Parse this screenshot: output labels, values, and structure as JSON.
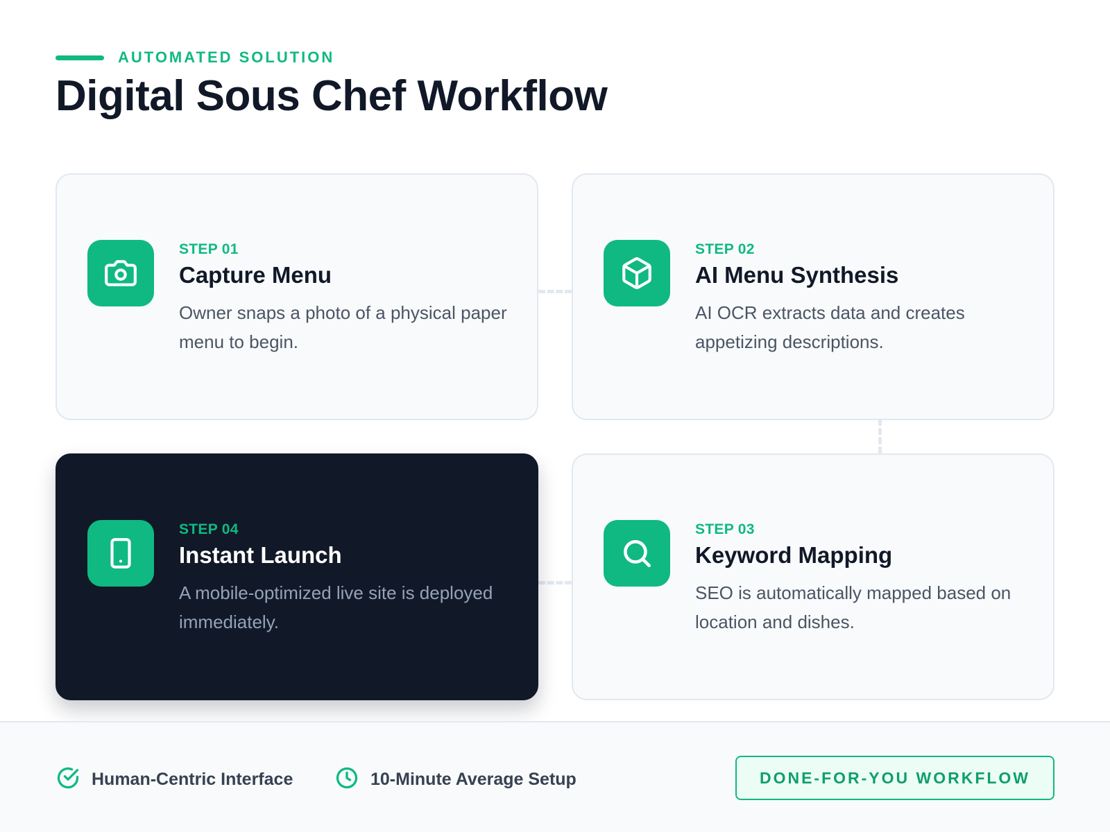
{
  "header": {
    "eyebrow": "AUTOMATED SOLUTION",
    "title": "Digital Sous Chef Workflow"
  },
  "accent_color": "#10b981",
  "steps": [
    {
      "step": "STEP 01",
      "title": "Capture Menu",
      "description": "Owner snaps a photo of a physical paper menu to begin.",
      "icon": "camera-icon"
    },
    {
      "step": "STEP 02",
      "title": "AI Menu Synthesis",
      "description": "AI OCR extracts data and creates appetizing descriptions.",
      "icon": "cube-icon"
    },
    {
      "step": "STEP 03",
      "title": "Keyword Mapping",
      "description": "SEO is automatically mapped based on location and dishes.",
      "icon": "search-icon"
    },
    {
      "step": "STEP 04",
      "title": "Instant Launch",
      "description": "A mobile-optimized live site is deployed immediately.",
      "icon": "mobile-icon"
    }
  ],
  "footer": {
    "features": [
      {
        "label": "Human-Centric Interface",
        "icon": "check-circle-icon"
      },
      {
        "label": "10-Minute Average Setup",
        "icon": "clock-icon"
      }
    ],
    "cta_label": "DONE-FOR-YOU WORKFLOW"
  }
}
